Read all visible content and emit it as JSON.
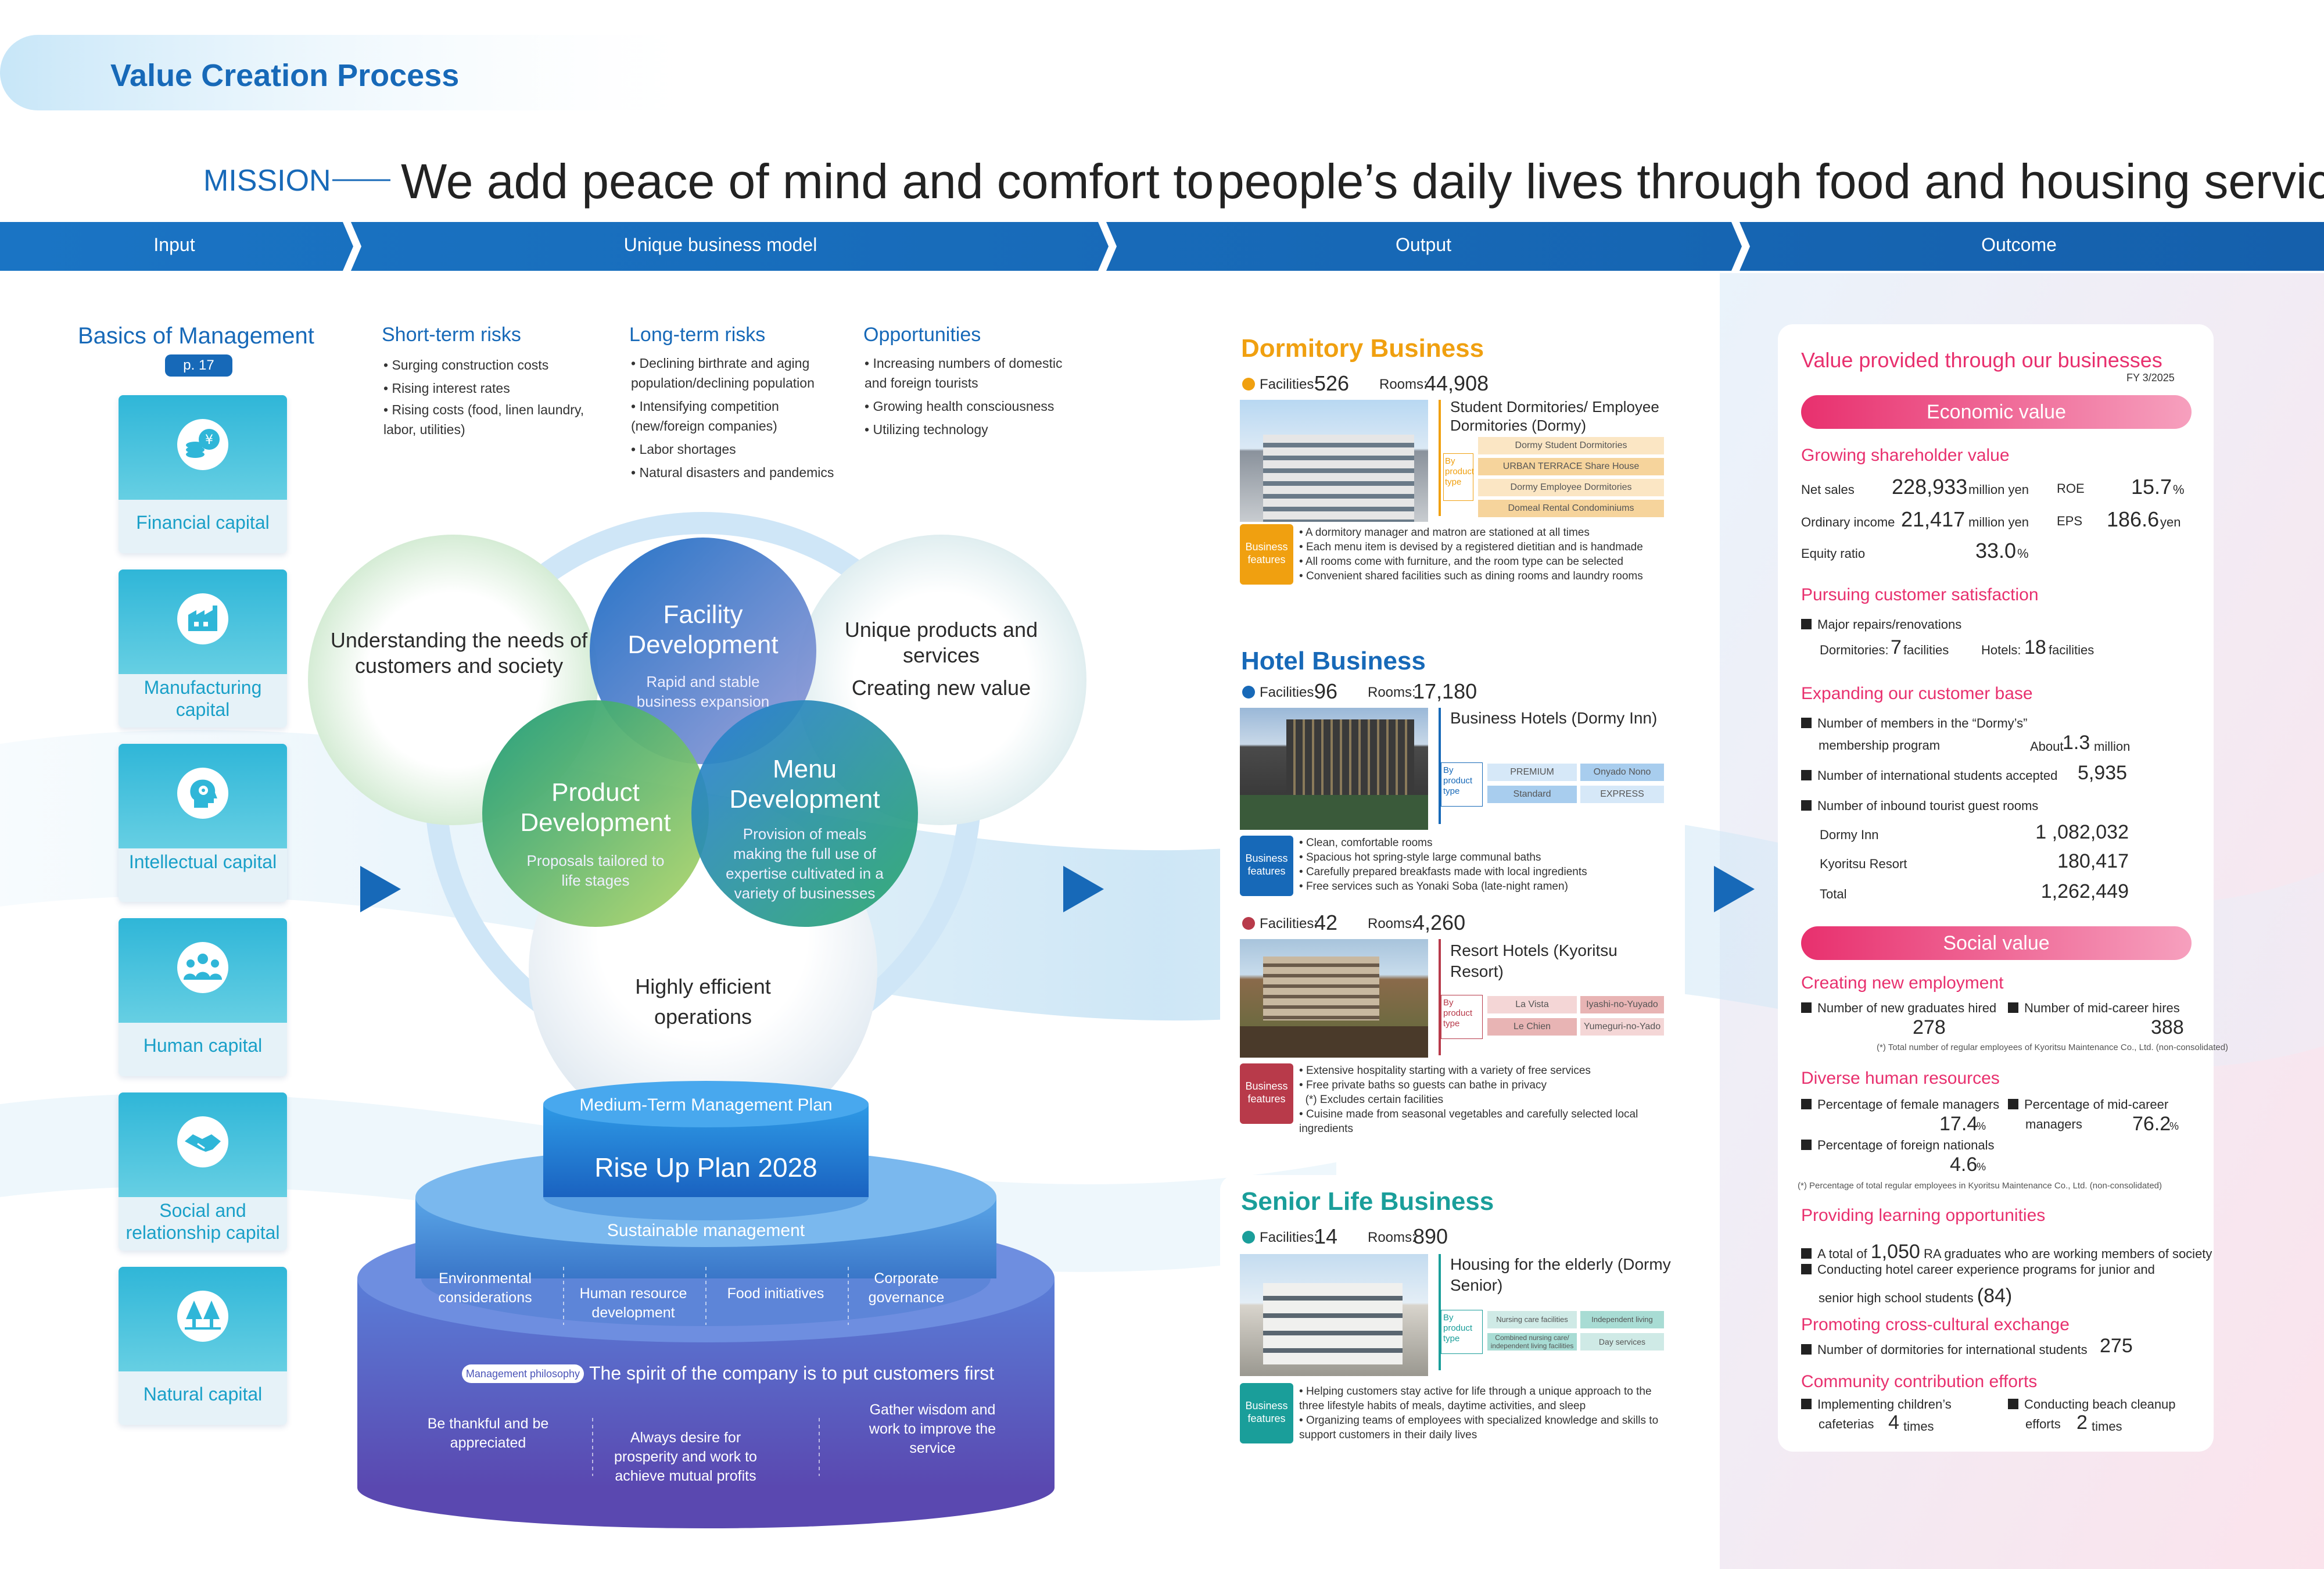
{
  "page": {
    "section_title": "Value Creation Process",
    "mission_label": "MISSION",
    "mission_text_1": "We add peace of mind and comfort to",
    "mission_text_2": "people’s daily lives through food and housing services."
  },
  "colors": {
    "primary": "#1769b8",
    "dormitory": "#f0a010",
    "hotel": "#1769b8",
    "resort": "#b83a4a",
    "senior": "#1a9e9a",
    "value": "#e8306e"
  },
  "flow": [
    "Input",
    "Unique business model",
    "Output",
    "Outcome"
  ],
  "input": {
    "title": "Basics of Management",
    "page_ref": "p. 17",
    "capitals": [
      {
        "label": "Financial capital",
        "icon": "coins-yen-icon"
      },
      {
        "label": "Manufacturing capital",
        "icon": "factory-icon"
      },
      {
        "label": "Intellectual capital",
        "icon": "head-gear-icon"
      },
      {
        "label": "Human capital",
        "icon": "people-group-icon"
      },
      {
        "label": "Social and relationship capital",
        "icon": "handshake-icon"
      },
      {
        "label": "Natural capital",
        "icon": "trees-icon"
      }
    ]
  },
  "risks": {
    "short": {
      "title": "Short-term risks",
      "items": [
        "Surging construction costs",
        "Rising interest rates",
        "Rising costs (food, linen laundry, labor, utilities)"
      ]
    },
    "long": {
      "title": "Long-term risks",
      "items": [
        "Declining birthrate and aging population/declining population",
        "Intensifying competition (new/foreign companies)",
        "Labor shortages",
        "Natural disasters and pandemics"
      ]
    },
    "opp": {
      "title": "Opportunities",
      "items": [
        "Increasing numbers of domestic and foreign tourists",
        "Growing health consciousness",
        "Utilizing technology"
      ]
    }
  },
  "model": {
    "left_circle": "Understanding the needs of customers and society",
    "right_circle_1": "Unique products and services",
    "right_circle_2": "Creating new value",
    "bottom_circle": "Highly efficient operations",
    "facility": {
      "title": "Facility Development",
      "desc": "Rapid and stable business expansion"
    },
    "product": {
      "title": "Product Development",
      "desc": "Proposals tailored to life stages"
    },
    "menu": {
      "title": "Menu Development",
      "desc": "Provision of meals making the full use of expertise cultivated in a variety of businesses"
    }
  },
  "pyramid": {
    "plan_label": "Medium-Term Management Plan",
    "plan_name": "Rise Up Plan 2028",
    "sustain": "Sustainable management",
    "pillars": [
      "Environmental considerations",
      "Human resource development",
      "Food initiatives",
      "Corporate governance"
    ],
    "philosophy_tag": "Management philosophy",
    "philosophy": "The spirit of the company is to put customers first",
    "principles": [
      "Be thankful and be appreciated",
      "Always desire for prosperity and work to achieve mutual profits",
      "Gather wisdom and work to improve the service"
    ]
  },
  "output": {
    "labels": {
      "facilities": "Facilities:",
      "rooms": "Rooms:",
      "by_product_type": "By product type",
      "business_features": "Business features"
    },
    "dormitory": {
      "title": "Dormitory Business",
      "facilities": "526",
      "rooms": "44,908",
      "subtitle": "Student Dormitories/ Employee Dormitories (Dormy)",
      "types": [
        "Dormy Student Dormitories",
        "URBAN TERRACE Share House",
        "Dormy Employee Dormitories",
        "Domeal Rental Condominiums"
      ],
      "features": [
        "A dormitory manager and matron are stationed at all times",
        "Each menu item is devised by a registered dietitian and is handmade",
        "All rooms come with furniture, and the room type can be selected",
        "Convenient shared facilities such as dining rooms and laundry rooms"
      ]
    },
    "hotel": {
      "title": "Hotel Business",
      "facilities": "96",
      "rooms": "17,180",
      "subtitle": "Business Hotels (Dormy Inn)",
      "types": [
        "PREMIUM",
        "Onyado Nono",
        "Standard",
        "EXPRESS"
      ],
      "features": [
        "Clean, comfortable rooms",
        "Spacious hot spring-style large communal baths",
        "Carefully prepared breakfasts made with local ingredients",
        "Free services such as Yonaki Soba (late-night ramen)"
      ]
    },
    "resort": {
      "facilities": "42",
      "rooms": "4,260",
      "subtitle": "Resort Hotels (Kyoritsu Resort)",
      "types": [
        "La Vista",
        "Iyashi-no-Yuyado",
        "Le Chien",
        "Yumeguri-no-Yado"
      ],
      "features": [
        "Extensive hospitality starting with a variety of free services",
        "Free private baths so guests can bathe in privacy",
        "(*) Excludes certain facilities",
        "Cuisine made from seasonal vegetables and carefully selected local ingredients"
      ]
    },
    "senior": {
      "title": "Senior Life Business",
      "facilities": "14",
      "rooms": "890",
      "subtitle": "Housing for the elderly (Dormy Senior)",
      "types": [
        "Nursing care facilities",
        "Independent living facilities",
        "Combined nursing care/ independent living facilities",
        "Day services"
      ],
      "features": [
        "Helping customers stay active for life through a unique approach to the three lifestyle habits of meals, daytime activities, and sleep",
        "Organizing teams of employees with specialized knowledge and skills to support customers in their daily lives"
      ]
    }
  },
  "outcome": {
    "title": "Value provided through our businesses",
    "fy": "FY 3/2025",
    "economic": {
      "bar": "Economic value",
      "shareholder": {
        "title": "Growing shareholder value",
        "net_sales_label": "Net sales",
        "net_sales": "228,933",
        "ordinary_label": "Ordinary income",
        "ordinary": "21,417",
        "unit": "million yen",
        "roe_label": "ROE",
        "roe": "15.7",
        "eps_label": "EPS",
        "eps": "186.6",
        "eps_unit": "yen",
        "equity_label": "Equity ratio",
        "equity": "33.0",
        "pct": "%"
      },
      "satisfaction": {
        "title": "Pursuing customer satisfaction",
        "item": "Major repairs/renovations",
        "dorm_label": "Dormitories:",
        "dorm": "7",
        "hotel_label": "Hotels:",
        "hotel": "18",
        "unit": "facilities"
      },
      "base": {
        "title": "Expanding our customer base",
        "members_label_1": "Number of members in the “Dormy’s”",
        "members_label_2": "membership program",
        "members_about": "About",
        "members": "1.3",
        "members_unit": "million",
        "intl_label": "Number of international students accepted",
        "intl": "5,935",
        "inbound_label": "Number of inbound tourist guest rooms",
        "rows": [
          {
            "label": "Dormy Inn",
            "value": "1 ,082,032"
          },
          {
            "label": "Kyoritsu Resort",
            "value": "180,417"
          },
          {
            "label": "Total",
            "value": "1,262,449"
          }
        ]
      }
    },
    "social": {
      "bar": "Social value",
      "employment": {
        "title": "Creating new employment",
        "grad_label": "Number of new graduates hired",
        "grad": "278",
        "mid_label": "Number of mid-career hires",
        "mid": "388",
        "note": "(*) Total number of regular employees of Kyoritsu Maintenance Co., Ltd. (non-consolidated)"
      },
      "diverse": {
        "title": "Diverse human resources",
        "female_label": "Percentage of female managers",
        "female": "17.4",
        "midc_label_1": "Percentage of mid-career",
        "midc_label_2": "managers",
        "midc": "76.2",
        "foreign_label": "Percentage of foreign nationals",
        "foreign": "4.6",
        "pct": "%",
        "note": "(*) Percentage of total regular employees in Kyoritsu Maintenance Co., Ltd. (non-consolidated)"
      },
      "learning": {
        "title": "Providing learning opportunities",
        "ra_pre": "A total of",
        "ra": "1,050",
        "ra_post": "RA graduates who are working members of society",
        "career_1": "Conducting hotel career experience programs for junior and",
        "career_2": "senior high school students",
        "career_count": "(84)"
      },
      "cross": {
        "title": "Promoting cross-cultural exchange",
        "label": "Number of dormitories for international students",
        "value": "275"
      },
      "community": {
        "title": "Community contribution efforts",
        "c1_1": "Implementing children’s",
        "c1_2": "cafeterias",
        "c1": "4",
        "c2_1": "Conducting beach cleanup",
        "c2_2": "efforts",
        "c2": "2",
        "times": "times"
      }
    }
  }
}
